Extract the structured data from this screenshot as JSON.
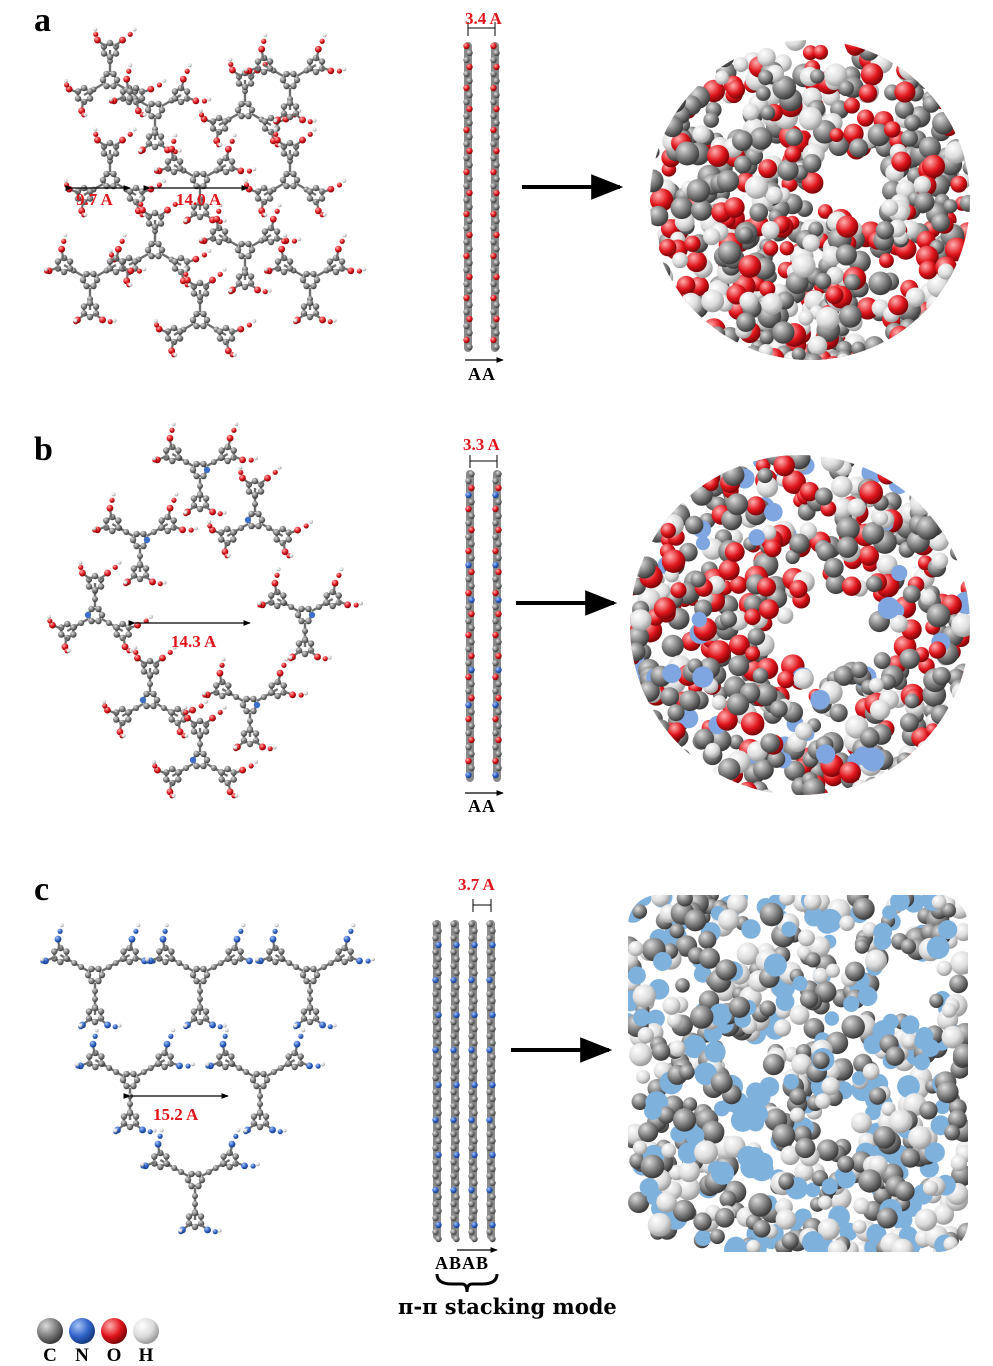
{
  "panels": [
    {
      "letter": "a",
      "left_distances": [
        "9.7 A",
        "14.0 A"
      ],
      "interlayer_distance": "3.4 A",
      "stacking": "AA",
      "atom_colors": {
        "carbon": "#8c8c8c",
        "nitrogen": "#3b6ec4",
        "oxygen": "#e0141b",
        "hydrogen": "#e8e8e8"
      }
    },
    {
      "letter": "b",
      "left_distances": [
        "14.3 A"
      ],
      "interlayer_distance": "3.3 A",
      "stacking": "AA",
      "atom_colors": {
        "carbon": "#8c8c8c",
        "nitrogen": "#3b6ec4",
        "oxygen": "#e0141b",
        "hydrogen": "#e8e8e8"
      }
    },
    {
      "letter": "c",
      "left_distances": [
        "15.2 A"
      ],
      "interlayer_distance": "3.7 A",
      "stacking": "ABAB",
      "stacking_mode": "π-π stacking mode",
      "atom_colors": {
        "carbon": "#8c8c8c",
        "nitrogen": "#5b9fd8",
        "hydrogen": "#e8e8e8"
      }
    }
  ],
  "legend": [
    {
      "label": "C",
      "color": "#7a7a7a"
    },
    {
      "label": "N",
      "color": "#2f63c9"
    },
    {
      "label": "O",
      "color": "#e0141b"
    },
    {
      "label": "H",
      "color": "#dcdcdc"
    }
  ]
}
